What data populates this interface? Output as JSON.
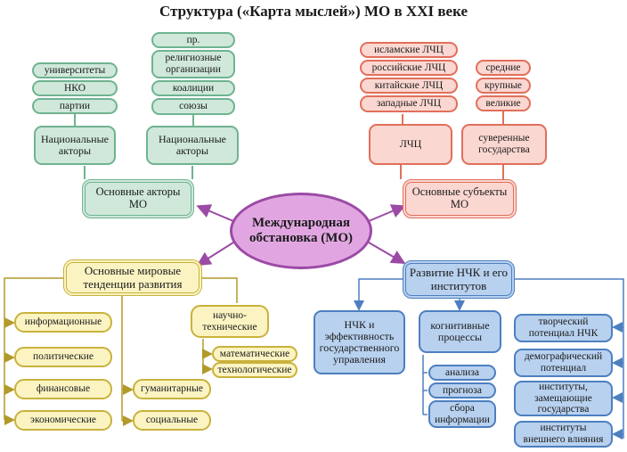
{
  "title": "Структура («Карта мыслей») МО в XXI веке",
  "center": "Международная обстановка (МО)",
  "green": {
    "main": "Основные акторы МО",
    "left_parent": "Национальные акторы",
    "right_parent": "Национальные акторы",
    "left_items": [
      "университеты",
      "НКО",
      "партии"
    ],
    "right_items": [
      "пр.",
      "религиозные организации",
      "коалиции",
      "союзы"
    ]
  },
  "red": {
    "main": "Основные субъекты МО",
    "lcc": "ЛЧЦ",
    "states": "суверенные государства",
    "lcc_items": [
      "исламские ЛЧЦ",
      "российские ЛЧЦ",
      "китайские ЛЧЦ",
      "западные ЛЧЦ"
    ],
    "state_items": [
      "средние",
      "крупные",
      "великие"
    ]
  },
  "yellow": {
    "main": "Основные мировые тенденции развития",
    "left_items": [
      "информационные",
      "политические",
      "финансовые",
      "экономические"
    ],
    "mid_items": [
      "гуманитарные",
      "социальные"
    ],
    "sci": "научно-технические",
    "sci_items": [
      "математические",
      "технологические"
    ]
  },
  "blue": {
    "main": "Развитие НЧК и его институтов",
    "eff": "НЧК и эффективность государственного управления",
    "cog": "когнитивные процессы",
    "cog_items": [
      "анализа",
      "прогноза",
      "сбора информации"
    ],
    "right_items": [
      "творческий потенциал НЧК",
      "демографический потенциал",
      "институты, замещающие государства",
      "институты внешнего влияния"
    ]
  }
}
